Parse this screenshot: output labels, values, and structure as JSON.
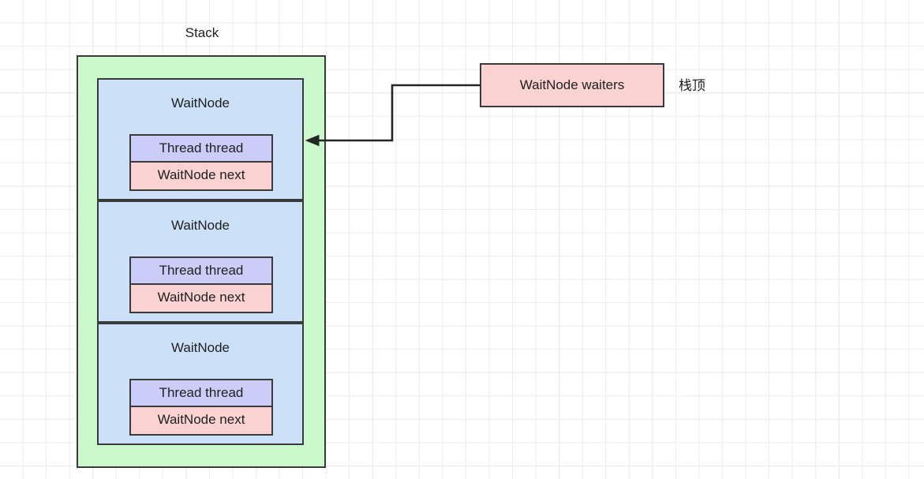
{
  "diagram": {
    "title": "Stack",
    "stack": {
      "label": "Stack",
      "nodes": [
        {
          "title": "WaitNode",
          "fields": [
            {
              "label": "Thread thread",
              "color": "#ccccf8"
            },
            {
              "label": "WaitNode next",
              "color": "#fad2d2"
            }
          ]
        },
        {
          "title": "WaitNode",
          "fields": [
            {
              "label": "Thread thread",
              "color": "#ccccf8"
            },
            {
              "label": "WaitNode next",
              "color": "#fad2d2"
            }
          ]
        },
        {
          "title": "WaitNode",
          "fields": [
            {
              "label": "Thread thread",
              "color": "#ccccf8"
            },
            {
              "label": "WaitNode next",
              "color": "#fad2d2"
            }
          ]
        }
      ]
    },
    "pointer": {
      "label": "WaitNode waiters",
      "annotation": "栈顶"
    },
    "colors": {
      "stack_fill": "#ccf9cc",
      "node_fill": "#cce0f8",
      "thread_fill": "#ccccf8",
      "next_fill": "#fad2d2",
      "pointer_fill": "#fad2d2",
      "stroke": "#3a3a3a",
      "grid": "#ececec"
    }
  }
}
